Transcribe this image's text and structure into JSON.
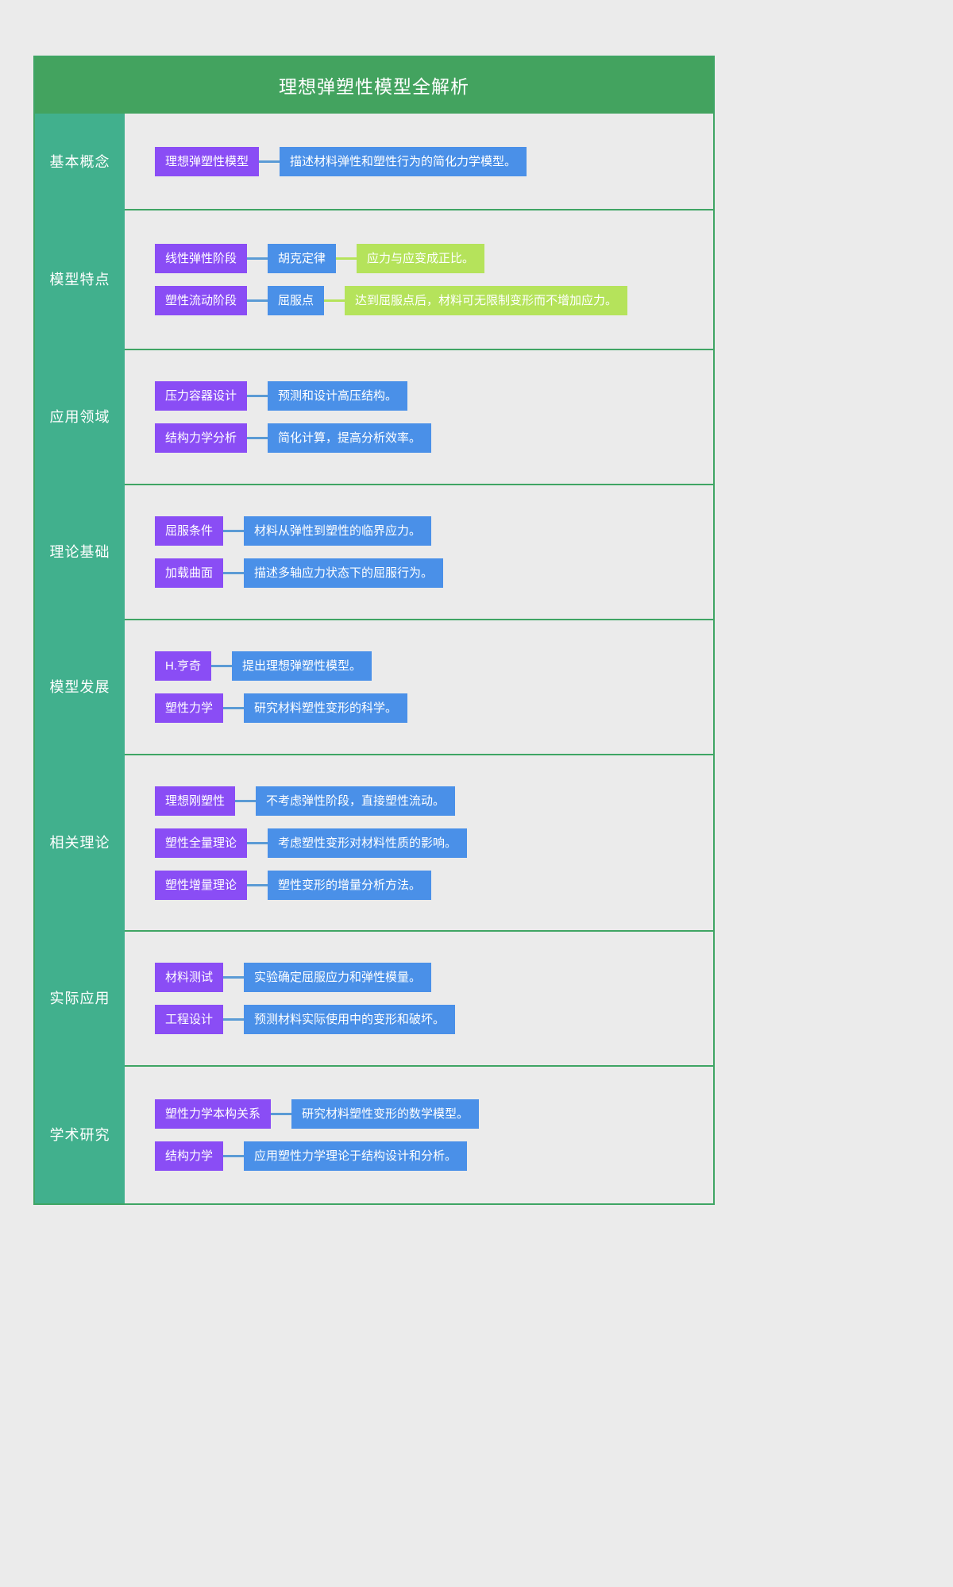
{
  "header": {
    "title": "理想弹塑性模型全解析",
    "bg_color": "#43a35f",
    "text_color": "#ffffff"
  },
  "colors": {
    "page_bg": "#ebebeb",
    "sidebar": "#41b08d",
    "border": "#3fa564",
    "level1": "#8a4df5",
    "level2": "#4a90e8",
    "level3": "#b5e35b",
    "connector_blue": "#5b9bd5",
    "connector_green": "#b5e35b"
  },
  "sections": [
    {
      "label": "基本概念",
      "branches": [
        {
          "level1": "理想弹塑性模型",
          "level2": "描述材料弹性和塑性行为的简化力学模型。",
          "level3": null
        }
      ]
    },
    {
      "label": "模型特点",
      "branches": [
        {
          "level1": "线性弹性阶段",
          "level2": "胡克定律",
          "level3": "应力与应变成正比。"
        },
        {
          "level1": "塑性流动阶段",
          "level2": "屈服点",
          "level3": "达到屈服点后，材料可无限制变形而不增加应力。"
        }
      ]
    },
    {
      "label": "应用领域",
      "branches": [
        {
          "level1": "压力容器设计",
          "level2": "预测和设计高压结构。",
          "level3": null
        },
        {
          "level1": "结构力学分析",
          "level2": "简化计算，提高分析效率。",
          "level3": null
        }
      ]
    },
    {
      "label": "理论基础",
      "branches": [
        {
          "level1": "屈服条件",
          "level2": "材料从弹性到塑性的临界应力。",
          "level3": null
        },
        {
          "level1": "加载曲面",
          "level2": "描述多轴应力状态下的屈服行为。",
          "level3": null
        }
      ]
    },
    {
      "label": "模型发展",
      "branches": [
        {
          "level1": "H.亨奇",
          "level2": "提出理想弹塑性模型。",
          "level3": null
        },
        {
          "level1": "塑性力学",
          "level2": "研究材料塑性变形的科学。",
          "level3": null
        }
      ]
    },
    {
      "label": "相关理论",
      "branches": [
        {
          "level1": "理想刚塑性",
          "level2": "不考虑弹性阶段，直接塑性流动。",
          "level3": null
        },
        {
          "level1": "塑性全量理论",
          "level2": "考虑塑性变形对材料性质的影响。",
          "level3": null
        },
        {
          "level1": "塑性增量理论",
          "level2": "塑性变形的增量分析方法。",
          "level3": null
        }
      ]
    },
    {
      "label": "实际应用",
      "branches": [
        {
          "level1": "材料测试",
          "level2": "实验确定屈服应力和弹性模量。",
          "level3": null
        },
        {
          "level1": "工程设计",
          "level2": "预测材料实际使用中的变形和破坏。",
          "level3": null
        }
      ]
    },
    {
      "label": "学术研究",
      "branches": [
        {
          "level1": "塑性力学本构关系",
          "level2": "研究材料塑性变形的数学模型。",
          "level3": null
        },
        {
          "level1": "结构力学",
          "level2": "应用塑性力学理论于结构设计和分析。",
          "level3": null
        }
      ]
    }
  ]
}
